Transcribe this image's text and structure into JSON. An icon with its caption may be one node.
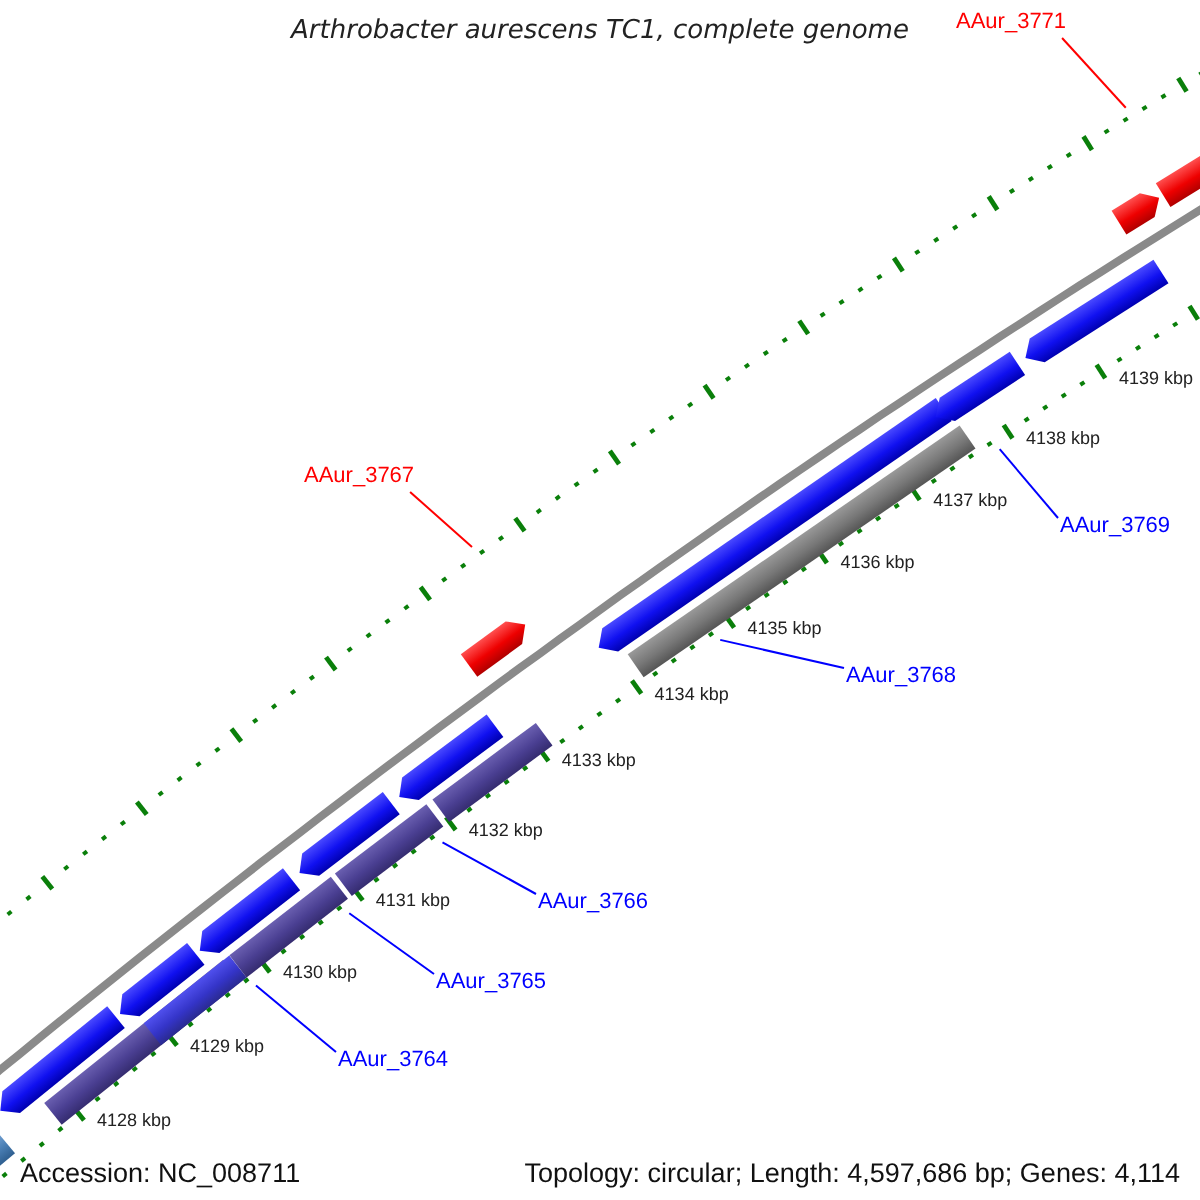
{
  "diagram": {
    "title": "Arthrobacter aurescens TC1, complete genome",
    "nodes": [
      {
        "text": [
          "AAur_3771"
        ]
      },
      {
        "text": [
          "AAur_3767"
        ]
      },
      {
        "text": [
          "AAur_3769"
        ]
      },
      {
        "text": [
          "AAur_3768"
        ]
      },
      {
        "text": [
          "AAur_3766"
        ]
      },
      {
        "text": [
          "AAur_3765"
        ]
      },
      {
        "text": [
          "AAur_3764"
        ]
      }
    ],
    "edges": [
      {
        "from": 0,
        "to": null,
        "arrow": "none",
        "color": "#ff0000"
      },
      {
        "from": 1,
        "to": null,
        "arrow": "none",
        "color": "#ff0000"
      },
      {
        "from": 2,
        "to": null,
        "arrow": "none"
      },
      {
        "from": 3,
        "to": null,
        "arrow": "none"
      },
      {
        "from": 4,
        "to": null,
        "arrow": "none"
      },
      {
        "from": 5,
        "to": null,
        "arrow": "none"
      },
      {
        "from": 6,
        "to": null,
        "arrow": "none"
      }
    ],
    "labels": [
      "4139 kbp",
      "4138 kbp",
      "4137 kbp",
      "4136 kbp",
      "4135 kbp",
      "4134 kbp",
      "4133 kbp",
      "4132 kbp",
      "4131 kbp",
      "4130 kbp",
      "4129 kbp",
      "4128 kbp",
      "Accession: NC_008711",
      "Topology: circular; Length: 4,597,686 bp; Genes: 4,114"
    ]
  }
}
